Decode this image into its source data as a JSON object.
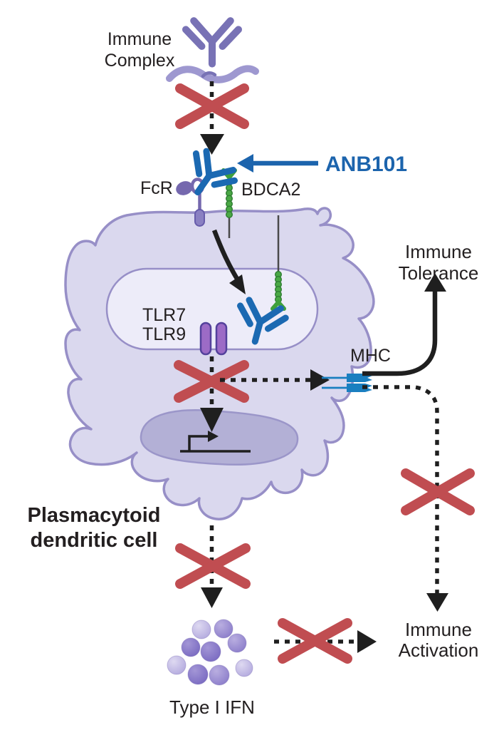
{
  "labels": {
    "immune_complex": {
      "line1": "Immune",
      "line2": "Complex"
    },
    "drug": "ANB101",
    "fcr": "FcR",
    "bdca2": "BDCA2",
    "tlr7": "TLR7",
    "tlr9": "TLR9",
    "mhc": "MHC",
    "immune_tolerance": {
      "line1": "Immune",
      "line2": "Tolerance"
    },
    "immune_activation": {
      "line1": "Immune",
      "line2": "Activation"
    },
    "cell": {
      "line1": "Plasmacytoid",
      "line2": "dendritic cell"
    },
    "cytokine": "Type I IFN"
  },
  "colors": {
    "drug_blue": "#1c64ad",
    "inhibit_red": "#c04d51",
    "bdca2_green": "#44a344",
    "antibody_purple": "#7872b5",
    "antigen_purple": "#9e98d0",
    "fcr_purple": "#7568ae",
    "tlr_purple": "#9c6bc6",
    "mhc_blue": "#1a7fc0",
    "cell_fill": "#dad8ee",
    "cell_stroke": "#978fc7",
    "endosome_fill": "#edecf9",
    "nucleus_fill": "#b3b0d6",
    "ifn_purple": "#8d7fcb",
    "arrow_black": "#1f1f1f",
    "text_black": "#231f20"
  }
}
